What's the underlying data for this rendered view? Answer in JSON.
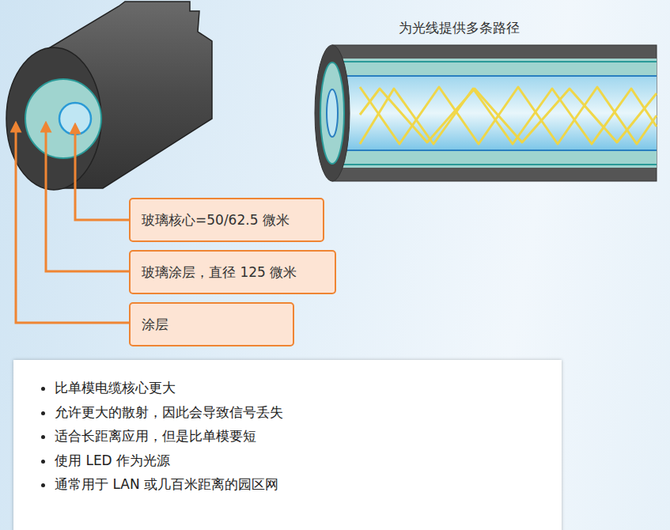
{
  "diagram": {
    "nodes": [
      {
        "text": [
          "玻璃核心=50/62.5 微米"
        ]
      },
      {
        "text": [
          "玻璃涂层，直径 125 微米"
        ]
      },
      {
        "text": [
          "涂层"
        ]
      },
      {
        "text": [
          "比单模电缆核心更大",
          "允许更大的散射，因此会导致信号丢失",
          "适合长距离应用，但是比单模要短",
          "使用 LED 作为光源",
          "通常用于 LAN 或几百米距离的园区网"
        ]
      }
    ],
    "labels": [
      "为光线提供多条路径"
    ]
  }
}
